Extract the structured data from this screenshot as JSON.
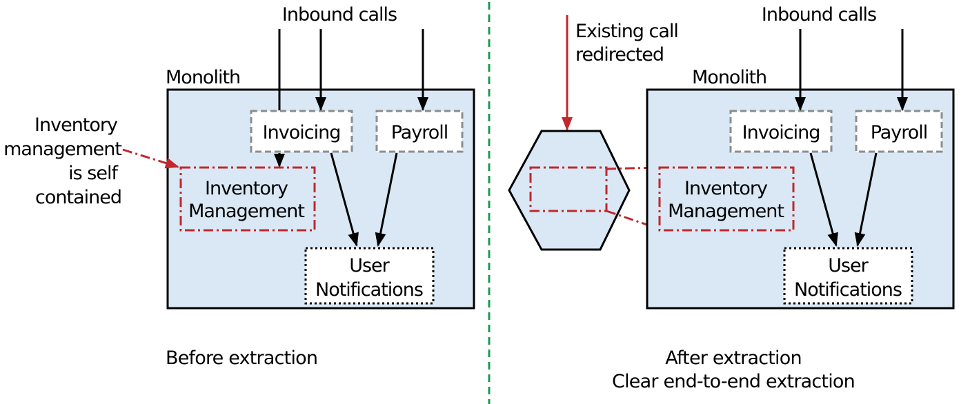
{
  "colors": {
    "monolith_fill": "#d9e8f4",
    "accent_red": "#c1272d",
    "divider_green": "#1a9a50",
    "gray_border": "#8c8c8c"
  },
  "before": {
    "inbound_calls": "Inbound calls",
    "monolith": "Monolith",
    "invoicing": "Invoicing",
    "payroll": "Payroll",
    "inventory_line1": "Inventory",
    "inventory_line2": "Management",
    "user_notif_line1": "User",
    "user_notif_line2": "Notifications",
    "annotation_line1": "Inventory",
    "annotation_line2": "management",
    "annotation_line3": "is self",
    "annotation_line4": "contained",
    "caption": "Before extraction"
  },
  "after": {
    "existing_call_line1": "Existing call",
    "existing_call_line2": "redirected",
    "inbound_calls": "Inbound calls",
    "monolith": "Monolith",
    "invoicing": "Invoicing",
    "payroll": "Payroll",
    "inventory_line1": "Inventory",
    "inventory_line2": "Management",
    "user_notif_line1": "User",
    "user_notif_line2": "Notifications",
    "caption_line1": "After extraction",
    "caption_line2": "Clear end-to-end extraction"
  }
}
